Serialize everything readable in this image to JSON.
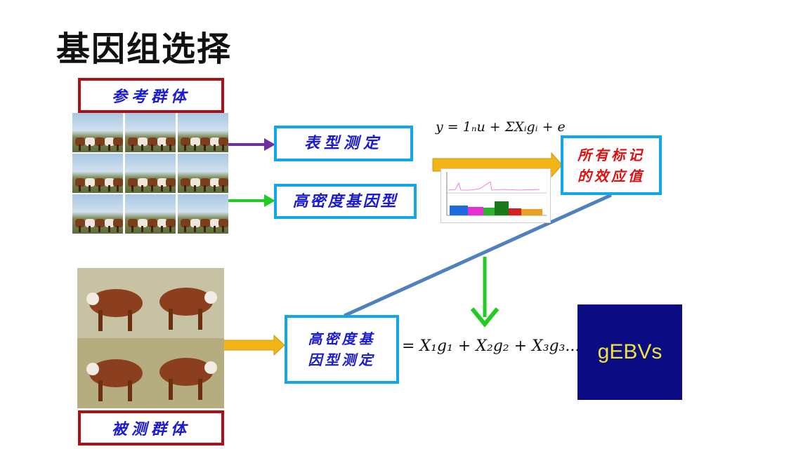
{
  "title": "基因组选择",
  "reference_population": "参考群体",
  "test_population": "被测群体",
  "phenotyping": "表型测定",
  "hd_genotype": "高密度基因型",
  "hd_genotyping_line1": "高密度基",
  "hd_genotyping_line2": "因型测定",
  "marker_effects_line1": "所有标记",
  "marker_effects_line2": "的效应值",
  "model_formula": "y = 1ₙu + ΣXᵢgᵢ + e",
  "prediction_formula": "= X₁g₁ + X₂g₂ + X₃g₃......",
  "result_label": "gEBVs",
  "colors": {
    "title": "#111111",
    "red_border": "#b00d14",
    "blue_border": "#12a7e8",
    "blue_text": "#1a1ad6",
    "red_text": "#e01010",
    "purple_arrow": "#7030a0",
    "green_arrow": "#22cc22",
    "gold_arrow": "#f2b417",
    "line": "#4f81bd",
    "result_bg": "#0b0b84",
    "result_text": "#f0e43a"
  },
  "icons": [
    "purple-arrow-icon",
    "green-arrow-icon",
    "gold-arrow-icon",
    "down-arrow-icon",
    "connector-line"
  ]
}
